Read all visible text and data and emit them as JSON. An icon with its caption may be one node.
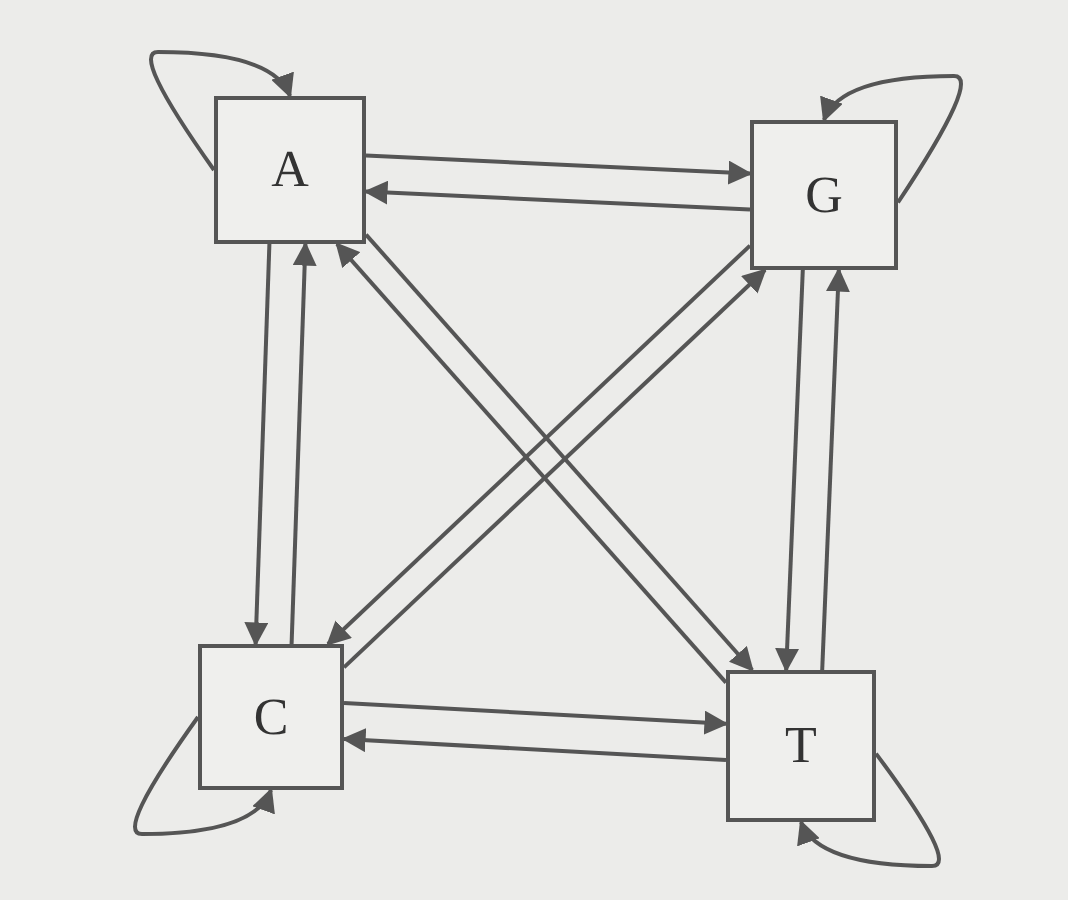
{
  "diagram": {
    "nodes": [
      {
        "text": [
          "A"
        ]
      },
      {
        "text": [
          "G"
        ]
      },
      {
        "text": [
          "C"
        ]
      },
      {
        "text": [
          "T"
        ]
      }
    ],
    "edges": [
      {
        "from": 0,
        "to": 1,
        "arrow": "to"
      },
      {
        "from": 1,
        "to": 0,
        "arrow": "to"
      },
      {
        "from": 0,
        "to": 2,
        "arrow": "to"
      },
      {
        "from": 2,
        "to": 0,
        "arrow": "to"
      },
      {
        "from": 1,
        "to": 3,
        "arrow": "to"
      },
      {
        "from": 3,
        "to": 1,
        "arrow": "to"
      },
      {
        "from": 2,
        "to": 3,
        "arrow": "to"
      },
      {
        "from": 3,
        "to": 2,
        "arrow": "to"
      },
      {
        "from": 0,
        "to": 3,
        "arrow": "to"
      },
      {
        "from": 3,
        "to": 0,
        "arrow": "to"
      },
      {
        "from": 1,
        "to": 2,
        "arrow": "to"
      },
      {
        "from": 2,
        "to": 1,
        "arrow": "to"
      },
      {
        "from": 0,
        "to": 0,
        "arrow": "to"
      },
      {
        "from": 1,
        "to": 1,
        "arrow": "to"
      },
      {
        "from": 2,
        "to": 2,
        "arrow": "to"
      },
      {
        "from": 3,
        "to": 3,
        "arrow": "to"
      }
    ]
  }
}
